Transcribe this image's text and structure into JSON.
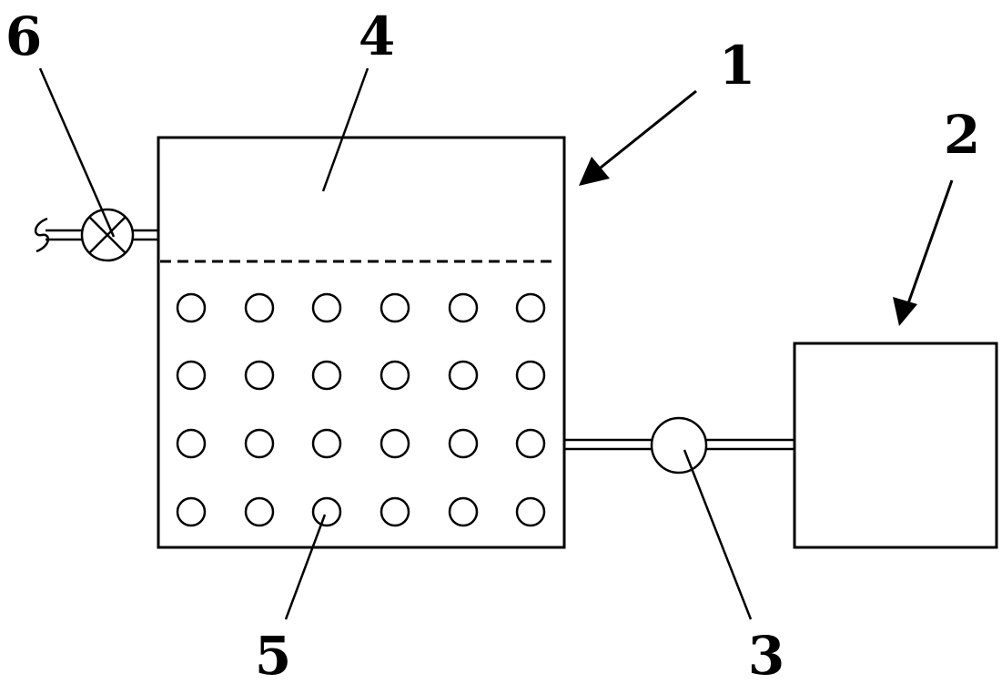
{
  "labels": {
    "tank": "1",
    "external_box": "2",
    "pump": "3",
    "upper_space": "4",
    "media_balls": "5",
    "valve": "6"
  },
  "colors": {
    "stroke": "#000000",
    "background": "#ffffff"
  },
  "components": {
    "tank": {
      "shape": "rectangle",
      "dashed_level_line": true
    },
    "external_box": {
      "shape": "rectangle"
    },
    "pump": {
      "shape": "circle"
    },
    "valve": {
      "shape": "circle-with-x"
    },
    "media_balls": {
      "rows": 4,
      "columns": 6
    }
  }
}
